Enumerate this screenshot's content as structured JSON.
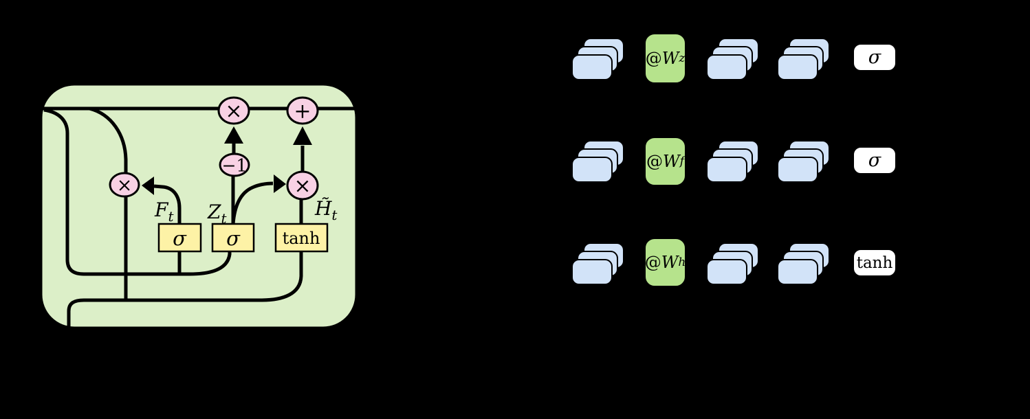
{
  "background": "#000000",
  "cell": {
    "fill": "#dcefc8",
    "node_fill": "#f8d1e4",
    "gatebox_fill": "#fdf2a6",
    "nodes": {
      "multiply": "×",
      "add": "+",
      "minus_one": "−1"
    },
    "gates": [
      {
        "base": "F",
        "sub": "t"
      },
      {
        "base": "Z",
        "sub": "t"
      },
      {
        "base": "H̃",
        "sub": "t"
      }
    ],
    "activations": [
      "σ",
      "σ",
      "tanh"
    ]
  },
  "equations": {
    "card_fill": "#d2e3f8",
    "weight_fill": "#b6e38c",
    "fn_fill": "#ffffff",
    "rows": [
      {
        "weight": {
          "at": "@",
          "base": "W",
          "sub": "z"
        },
        "activation": "σ"
      },
      {
        "weight": {
          "at": "@",
          "base": "W",
          "sub": "f"
        },
        "activation": "σ"
      },
      {
        "weight": {
          "at": "@",
          "base": "W",
          "sub": "h"
        },
        "activation": "tanh"
      }
    ]
  }
}
